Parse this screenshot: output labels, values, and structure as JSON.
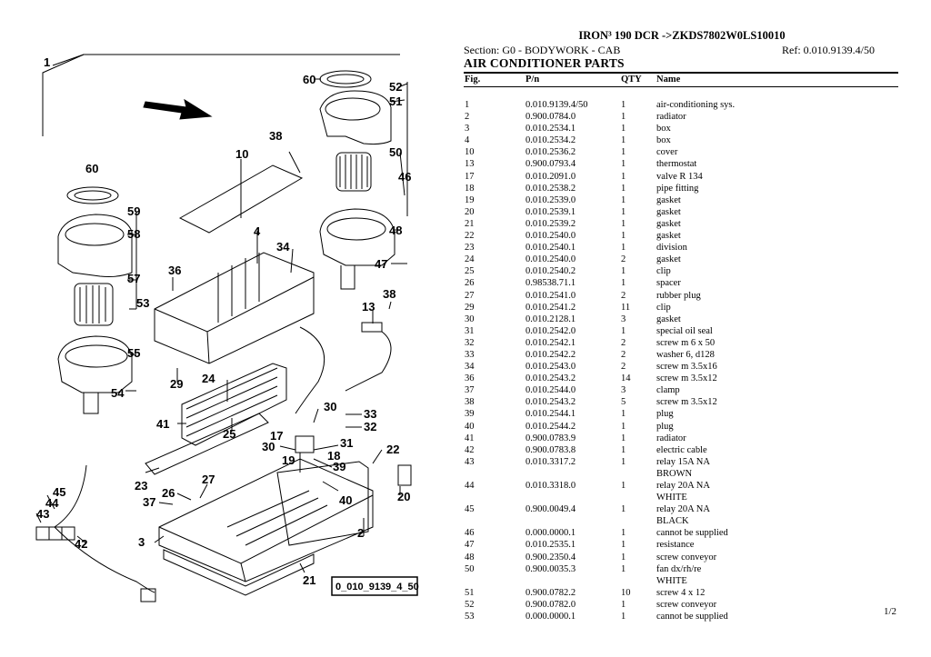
{
  "document": {
    "title": "IRON³ 190 DCR ->ZKDS7802W0LS10010",
    "section": "Section: G0 - BODYWORK - CAB",
    "ref": "Ref: 0.010.9139.4/50",
    "heading": "AIR CONDITIONER PARTS",
    "page": "1/2"
  },
  "table": {
    "headers": {
      "fig": "Fig.",
      "pn": "P/n",
      "qty": "QTY",
      "name": "Name"
    },
    "rows": [
      {
        "fig": "1",
        "pn": "0.010.9139.4/50",
        "qty": "1",
        "name": "air-conditioning sys."
      },
      {
        "fig": "2",
        "pn": "0.900.0784.0",
        "qty": "1",
        "name": "radiator"
      },
      {
        "fig": "3",
        "pn": "0.010.2534.1",
        "qty": "1",
        "name": "box"
      },
      {
        "fig": "4",
        "pn": "0.010.2534.2",
        "qty": "1",
        "name": "box"
      },
      {
        "fig": "10",
        "pn": "0.010.2536.2",
        "qty": "1",
        "name": "cover"
      },
      {
        "fig": "13",
        "pn": "0.900.0793.4",
        "qty": "1",
        "name": "thermostat"
      },
      {
        "fig": "17",
        "pn": "0.010.2091.0",
        "qty": "1",
        "name": "valve R 134"
      },
      {
        "fig": "18",
        "pn": "0.010.2538.2",
        "qty": "1",
        "name": "pipe fitting"
      },
      {
        "fig": "19",
        "pn": "0.010.2539.0",
        "qty": "1",
        "name": "gasket"
      },
      {
        "fig": "20",
        "pn": "0.010.2539.1",
        "qty": "1",
        "name": "gasket"
      },
      {
        "fig": "21",
        "pn": "0.010.2539.2",
        "qty": "1",
        "name": "gasket"
      },
      {
        "fig": "22",
        "pn": "0.010.2540.0",
        "qty": "1",
        "name": "gasket"
      },
      {
        "fig": "23",
        "pn": "0.010.2540.1",
        "qty": "1",
        "name": "division"
      },
      {
        "fig": "24",
        "pn": "0.010.2540.0",
        "qty": "2",
        "name": "gasket"
      },
      {
        "fig": "25",
        "pn": "0.010.2540.2",
        "qty": "1",
        "name": "clip"
      },
      {
        "fig": "26",
        "pn": "0.98538.71.1",
        "qty": "1",
        "name": "spacer"
      },
      {
        "fig": "27",
        "pn": "0.010.2541.0",
        "qty": "2",
        "name": "rubber plug"
      },
      {
        "fig": "29",
        "pn": "0.010.2541.2",
        "qty": "11",
        "name": "clip"
      },
      {
        "fig": "30",
        "pn": "0.010.2128.1",
        "qty": "3",
        "name": "gasket"
      },
      {
        "fig": "31",
        "pn": "0.010.2542.0",
        "qty": "1",
        "name": "special oil seal"
      },
      {
        "fig": "32",
        "pn": "0.010.2542.1",
        "qty": "2",
        "name": "screw m 6 x 50"
      },
      {
        "fig": "33",
        "pn": "0.010.2542.2",
        "qty": "2",
        "name": "washer 6, d128"
      },
      {
        "fig": "34",
        "pn": "0.010.2543.0",
        "qty": "2",
        "name": "screw m 3.5x16"
      },
      {
        "fig": "36",
        "pn": "0.010.2543.2",
        "qty": "14",
        "name": "screw m 3.5x12"
      },
      {
        "fig": "37",
        "pn": "0.010.2544.0",
        "qty": "3",
        "name": "clamp"
      },
      {
        "fig": "38",
        "pn": "0.010.2543.2",
        "qty": "5",
        "name": "screw m 3.5x12"
      },
      {
        "fig": "39",
        "pn": "0.010.2544.1",
        "qty": "1",
        "name": "plug"
      },
      {
        "fig": "40",
        "pn": "0.010.2544.2",
        "qty": "1",
        "name": "plug"
      },
      {
        "fig": "41",
        "pn": "0.900.0783.9",
        "qty": "1",
        "name": "radiator"
      },
      {
        "fig": "42",
        "pn": "0.900.0783.8",
        "qty": "1",
        "name": "electric cable"
      },
      {
        "fig": "43",
        "pn": "0.010.3317.2",
        "qty": "1",
        "name": "relay 15A NA"
      },
      {
        "fig": "",
        "pn": "",
        "qty": "",
        "name": "BROWN"
      },
      {
        "fig": "44",
        "pn": "0.010.3318.0",
        "qty": "1",
        "name": "relay 20A NA"
      },
      {
        "fig": "",
        "pn": "",
        "qty": "",
        "name": "WHITE"
      },
      {
        "fig": "45",
        "pn": "0.900.0049.4",
        "qty": "1",
        "name": "relay 20A NA"
      },
      {
        "fig": "",
        "pn": "",
        "qty": "",
        "name": "BLACK"
      },
      {
        "fig": "46",
        "pn": "0.000.0000.1",
        "qty": "1",
        "name": "cannot be supplied"
      },
      {
        "fig": "47",
        "pn": "0.010.2535.1",
        "qty": "1",
        "name": "resistance"
      },
      {
        "fig": "48",
        "pn": "0.900.2350.4",
        "qty": "1",
        "name": "screw conveyor"
      },
      {
        "fig": "50",
        "pn": "0.900.0035.3",
        "qty": "1",
        "name": "fan dx/rh/re"
      },
      {
        "fig": "",
        "pn": "",
        "qty": "",
        "name": "WHITE"
      },
      {
        "fig": "51",
        "pn": "0.900.0782.2",
        "qty": "10",
        "name": "screw 4 x 12"
      },
      {
        "fig": "52",
        "pn": "0.900.0782.0",
        "qty": "1",
        "name": "screw conveyor"
      },
      {
        "fig": "53",
        "pn": "0.000.0000.1",
        "qty": "1",
        "name": "cannot be supplied"
      }
    ]
  },
  "diagram": {
    "box_label": "0_010_9139_4_50",
    "callouts": [
      "1",
      "60",
      "52",
      "51",
      "38",
      "10",
      "50",
      "46",
      "60",
      "59",
      "58",
      "57",
      "53",
      "55",
      "54",
      "36",
      "4",
      "34",
      "13",
      "38",
      "48",
      "47",
      "29",
      "24",
      "41",
      "25",
      "30",
      "33",
      "32",
      "17",
      "31",
      "18",
      "19",
      "39",
      "30",
      "22",
      "40",
      "23",
      "26",
      "27",
      "37",
      "45",
      "44",
      "43",
      "42",
      "3",
      "2",
      "20",
      "21"
    ]
  }
}
